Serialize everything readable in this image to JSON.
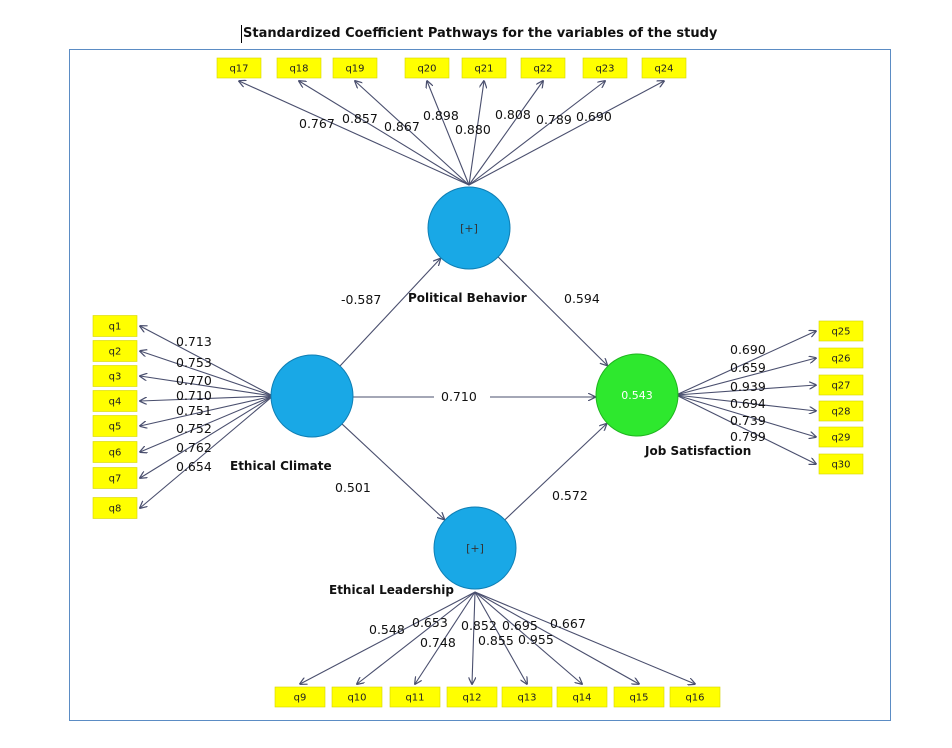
{
  "title": "Standardized Coefficient Pathways for the variables of the study",
  "colors": {
    "indicator_fill": "#ffff00",
    "latent_blue": "#19a8e6",
    "latent_green": "#2ee82e",
    "arrow": "#4a4f6e",
    "frame": "#5b8cc4"
  },
  "constructs": {
    "ethical_climate": {
      "label": "Ethical Climate",
      "inner": ""
    },
    "political_behavior": {
      "label": "Political Behavior",
      "inner": "[+]"
    },
    "ethical_leadership": {
      "label": "Ethical Leadership",
      "inner": "[+]"
    },
    "job_satisfaction": {
      "label": "Job Satisfaction",
      "inner": "0.543"
    }
  },
  "paths": [
    {
      "from": "Ethical Climate",
      "to": "Political Behavior",
      "coef": "-0.587"
    },
    {
      "from": "Political Behavior",
      "to": "Job Satisfaction",
      "coef": "0.594"
    },
    {
      "from": "Ethical Climate",
      "to": "Job Satisfaction",
      "coef": "0.710"
    },
    {
      "from": "Ethical Climate",
      "to": "Ethical Leadership",
      "coef": "0.501"
    },
    {
      "from": "Ethical Leadership",
      "to": "Job Satisfaction",
      "coef": "0.572"
    }
  ],
  "indicators": {
    "ethical_climate": [
      {
        "name": "q1",
        "loading": "0.713"
      },
      {
        "name": "q2",
        "loading": "0.753"
      },
      {
        "name": "q3",
        "loading": "0.770"
      },
      {
        "name": "q4",
        "loading": "0.710"
      },
      {
        "name": "q5",
        "loading": "0.751"
      },
      {
        "name": "q6",
        "loading": "0.752"
      },
      {
        "name": "q7",
        "loading": "0.762"
      },
      {
        "name": "q8",
        "loading": "0.654"
      }
    ],
    "political_behavior": [
      {
        "name": "q17",
        "loading": "0.767"
      },
      {
        "name": "q18",
        "loading": "0.857"
      },
      {
        "name": "q19",
        "loading": "0.867"
      },
      {
        "name": "q20",
        "loading": "0.898"
      },
      {
        "name": "q21",
        "loading": "0.880"
      },
      {
        "name": "q22",
        "loading": "0.808"
      },
      {
        "name": "q23",
        "loading": "0.789"
      },
      {
        "name": "q24",
        "loading": "0.690"
      }
    ],
    "ethical_leadership": [
      {
        "name": "q9",
        "loading": "0.548"
      },
      {
        "name": "q10",
        "loading": "0.653"
      },
      {
        "name": "q11",
        "loading": "0.748"
      },
      {
        "name": "q12",
        "loading": "0.852"
      },
      {
        "name": "q13",
        "loading": "0.855"
      },
      {
        "name": "q14",
        "loading": "0.695"
      },
      {
        "name": "q15",
        "loading": "0.955"
      },
      {
        "name": "q16",
        "loading": "0.667"
      }
    ],
    "job_satisfaction": [
      {
        "name": "q25",
        "loading": "0.690"
      },
      {
        "name": "q26",
        "loading": "0.659"
      },
      {
        "name": "q27",
        "loading": "0.939"
      },
      {
        "name": "q28",
        "loading": "0.694"
      },
      {
        "name": "q29",
        "loading": "0.739"
      },
      {
        "name": "q30",
        "loading": "0.799"
      }
    ]
  }
}
